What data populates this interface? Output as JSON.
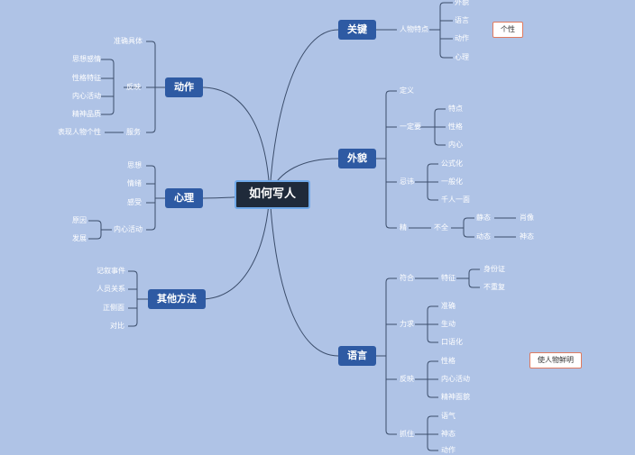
{
  "root": "如何写人",
  "colors": {
    "background": "#afc3e6",
    "main_node": "#2e5aa3",
    "root_node": "#1f2a3a",
    "line": "#3b4d6b",
    "note_border": "#e07a5f"
  },
  "main_nodes": {
    "guanjian": "关键",
    "dongzuo": "动作",
    "waimao": "外貌",
    "xinli": "心理",
    "qita": "其他方法",
    "yuyan": "语言"
  },
  "leaves": {
    "gj_renwu": "人物特点",
    "gj_waimao": "外貌",
    "gj_yuyan": "语言",
    "gj_dongzuo": "动作",
    "gj_xinli": "心理",
    "dz_zhunque": "准确具体",
    "dz_fanying": "反映",
    "dz_sixiang": "思想感情",
    "dz_xingge": "性格特征",
    "dz_neixin": "内心活动",
    "dz_jingshen": "精神品质",
    "dz_fuwu": "服务",
    "dz_biaoxian": "表现人物个性",
    "wm_dingyi": "定义",
    "wm_yiding": "一定要",
    "wm_tedian": "特点",
    "wm_xingge": "性格",
    "wm_neixin": "内心",
    "wm_jihui": "忌讳",
    "wm_gongshi": "公式化",
    "wm_yiban": "一般化",
    "wm_qianren": "千人一面",
    "wm_jing": "精",
    "wm_buquan": "不全",
    "wm_jingtai": "静态",
    "wm_dongtai": "动态",
    "wm_xiaoxiang": "肖像",
    "wm_shentai": "神态",
    "xl_sixiang": "思想",
    "xl_qingxu": "情绪",
    "xl_ganshou": "感受",
    "xl_neixin": "内心活动",
    "xl_yuanyin": "原因",
    "xl_fazhan": "发展",
    "qt_jixu": "记叙事件",
    "qt_renyuan": "人员关系",
    "qt_zhengce": "正侧面",
    "qt_duibi": "对比",
    "yy_fuhe": "符合",
    "yy_tezheng": "特征",
    "yy_shenfen": "身份证",
    "yy_buchongfu": "不重复",
    "yy_liqiu": "力求",
    "yy_zhunque": "准确",
    "yy_shengdong": "生动",
    "yy_kouyu": "口语化",
    "yy_fanying": "反映",
    "yy_xingge": "性格",
    "yy_neixin": "内心活动",
    "yy_jingshen": "精神面貌",
    "yy_zhuazhu": "抓住",
    "yy_yuqi": "语气",
    "yy_shentai": "神态",
    "yy_dongzuo": "动作"
  },
  "notes": {
    "gexing": "个性",
    "xianming": "使人物鲜明"
  }
}
